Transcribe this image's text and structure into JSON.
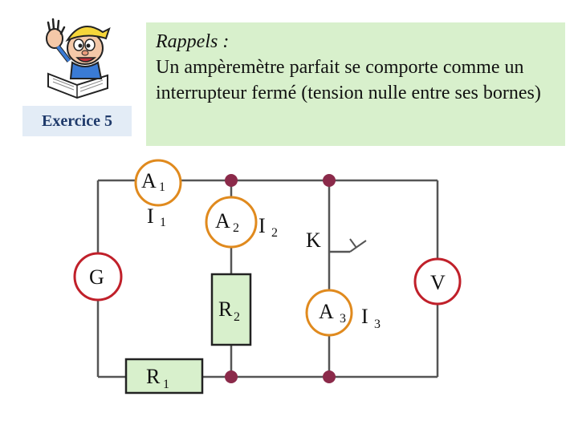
{
  "exercise_label": "Exercice 5",
  "recall": {
    "title": "Rappels :",
    "text": "Un ampèremètre parfait se comporte comme un interrupteur fermé (tension nulle entre ses bornes)"
  },
  "components": {
    "A1": {
      "letter": "A",
      "index": "1"
    },
    "I1": {
      "letter": "I",
      "index": "1"
    },
    "A2": {
      "letter": "A",
      "index": "2"
    },
    "I2": {
      "letter": "I",
      "index": "2"
    },
    "K": {
      "letter": "K"
    },
    "G": {
      "letter": "G"
    },
    "V": {
      "letter": "V"
    },
    "R2": {
      "letter": "R",
      "index": "2"
    },
    "A3": {
      "letter": "A",
      "index": "3"
    },
    "I3": {
      "letter": "I",
      "index": "3"
    },
    "R1": {
      "letter": "R",
      "index": "1"
    }
  },
  "colors": {
    "wire": "#555555",
    "node": "#8b2a4a",
    "generator_border": "#c0202a",
    "ammeter_border": "#e08a1e",
    "voltmeter_border": "#c0202a",
    "resistor_fill": "#d8f0cc",
    "recall_background": "#d8f0cc",
    "exercise_background": "#e3ecf6"
  }
}
